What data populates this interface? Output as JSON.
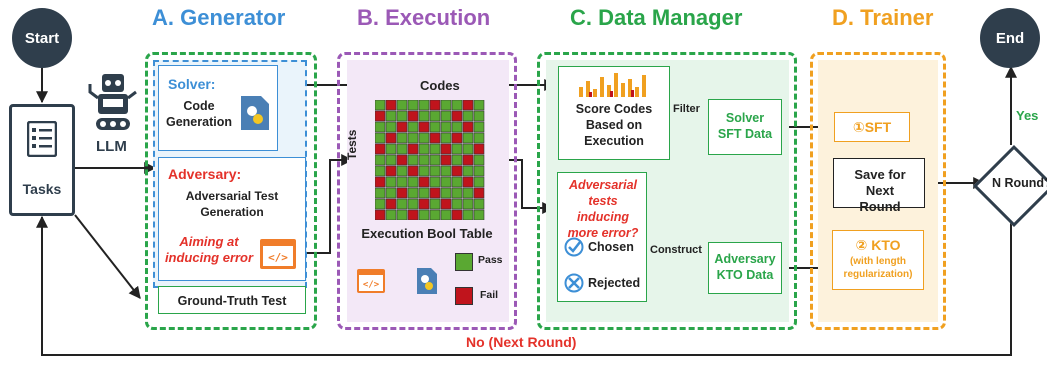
{
  "titles": {
    "generator": "A. Generator",
    "execution": "B. Execution",
    "data_manager": "C. Data Manager",
    "trainer": "D. Trainer"
  },
  "start": "Start",
  "end": "End",
  "tasks": "Tasks",
  "llm": "LLM",
  "generator": {
    "solver_title": "Solver:",
    "solver_desc": "Code Generation",
    "adversary_title": "Adversary:",
    "adversary_desc": "Adversarial Test Generation",
    "aim": "Aiming at inducing error",
    "ground_truth": "Ground-Truth Test"
  },
  "execution": {
    "codes": "Codes",
    "tests": "Tests",
    "table_label": "Execution Bool Table",
    "pass": "Pass",
    "fail": "Fail",
    "grid": [
      "PFPPPFPPFP",
      "FPPFPPPFPP",
      "PPFPFPPPFP",
      "PFPPPFPFPP",
      "FPPFPPFPPF",
      "PPFPPPFPFP",
      "PFPFPPPFPP",
      "FPPPFPPPFP",
      "PPFPPFPPPF",
      "PFPPFPFPPP",
      "FPPFPPPFPP"
    ],
    "colors": {
      "pass": "#5aa832",
      "fail": "#c0141c"
    }
  },
  "data_manager": {
    "score": "Score Codes Based on Execution",
    "filter": "Filter",
    "solver_data": "Solver SFT Data",
    "question": "Adversarial tests inducing more error?",
    "chosen": "Chosen",
    "rejected": "Rejected",
    "construct": "Construct",
    "adversary_data": "Adversary KTO Data"
  },
  "trainer": {
    "sft": "①SFT",
    "save": "Save for Next Round",
    "kto": "② KTO",
    "kto_note": "(with length regularization)"
  },
  "decision": "N Round?",
  "yes": "Yes",
  "no": "No (Next Round)",
  "colors": {
    "blue": "#3d8fd6",
    "purple": "#9b59b6",
    "green": "#2aa54a",
    "orange": "#f0a020",
    "dark": "#2f3e4c",
    "red": "#e4322a"
  }
}
